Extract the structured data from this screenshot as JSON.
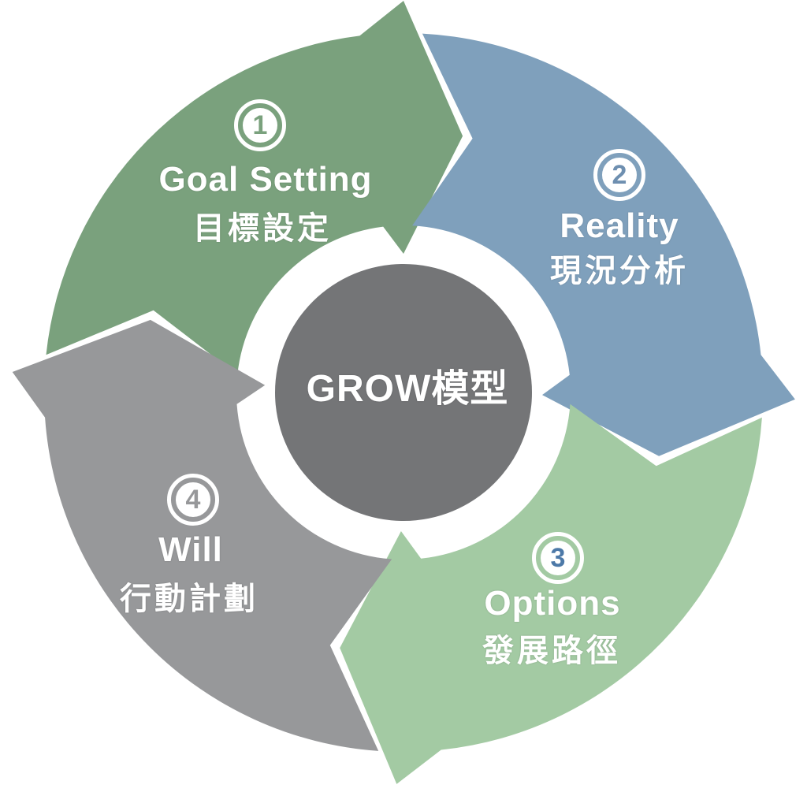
{
  "diagram": {
    "title": "GROW模型",
    "steps": [
      {
        "number": "1",
        "label_en": "Goal Setting",
        "label_zh": "目標設定",
        "color": "#7AA17D",
        "number_color": "#7AA17D"
      },
      {
        "number": "2",
        "label_en": "Reality",
        "label_zh": "現況分析",
        "color": "#7FA0BC",
        "number_color": "#6E8FB0"
      },
      {
        "number": "3",
        "label_en": "Options",
        "label_zh": "發展路徑",
        "color": "#A3CAA3",
        "number_color": "#4D79A8"
      },
      {
        "number": "4",
        "label_en": "Will",
        "label_zh": "行動計劃",
        "color": "#97989A",
        "number_color": "#97989A"
      }
    ],
    "center_color": "#747577",
    "background": "#FFFFFF",
    "text_color": "#FFFFFF"
  }
}
